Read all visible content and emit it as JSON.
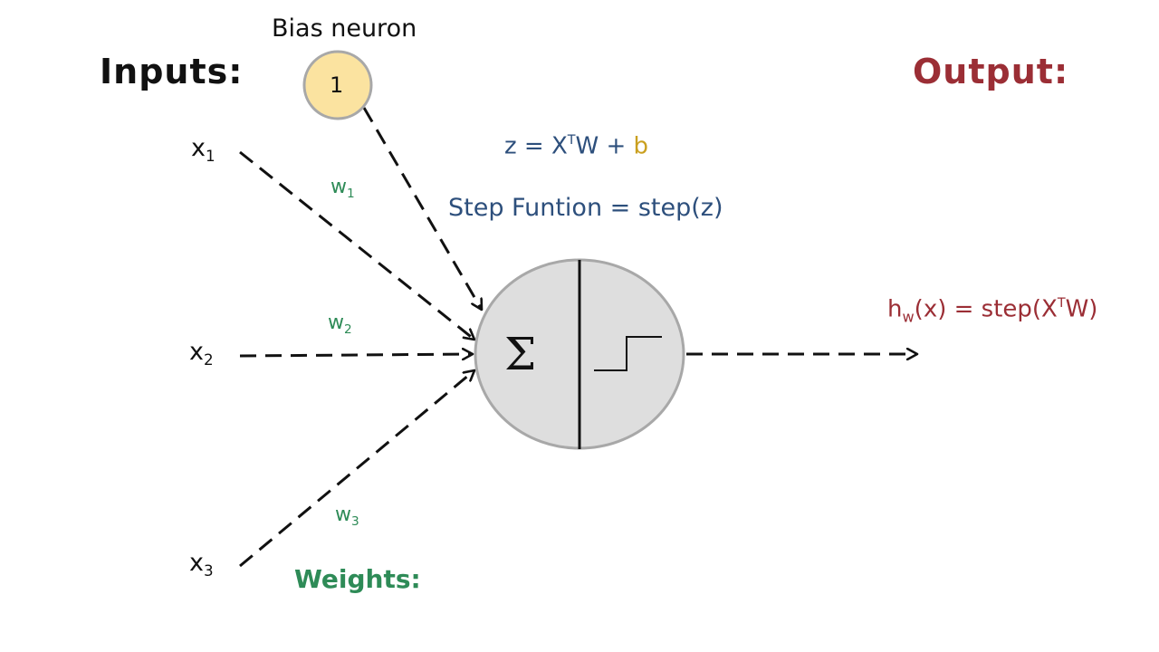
{
  "colors": {
    "black": "#111111",
    "output": "#9b2e35",
    "weights": "#2e8b57",
    "formula": "#2d4f7c",
    "bias_term": "#caa020",
    "bias_fill": "#fbe3a0",
    "neuron_fill": "#dedede",
    "neuron_stroke": "#a8a8a8"
  },
  "labels": {
    "inputs": "Inputs:",
    "output": "Output:",
    "bias": "Bias neuron",
    "bias_value": "1",
    "weights": "Weights:",
    "sum_symbol": "Σ"
  },
  "inputs": [
    {
      "base": "x",
      "sub": "1"
    },
    {
      "base": "x",
      "sub": "2"
    },
    {
      "base": "x",
      "sub": "3"
    }
  ],
  "weights": [
    {
      "base": "w",
      "sub": "1"
    },
    {
      "base": "w",
      "sub": "2"
    },
    {
      "base": "w",
      "sub": "3"
    }
  ],
  "formula": {
    "z_prefix": "z = X",
    "z_sup": "T",
    "z_w": "W + ",
    "z_bias": "b",
    "step": "Step Funtion = step(z)"
  },
  "hypothesis": {
    "h": "h",
    "h_sub": "w",
    "rest": "(x) = step(X",
    "sup": "T",
    "end": "W)"
  }
}
